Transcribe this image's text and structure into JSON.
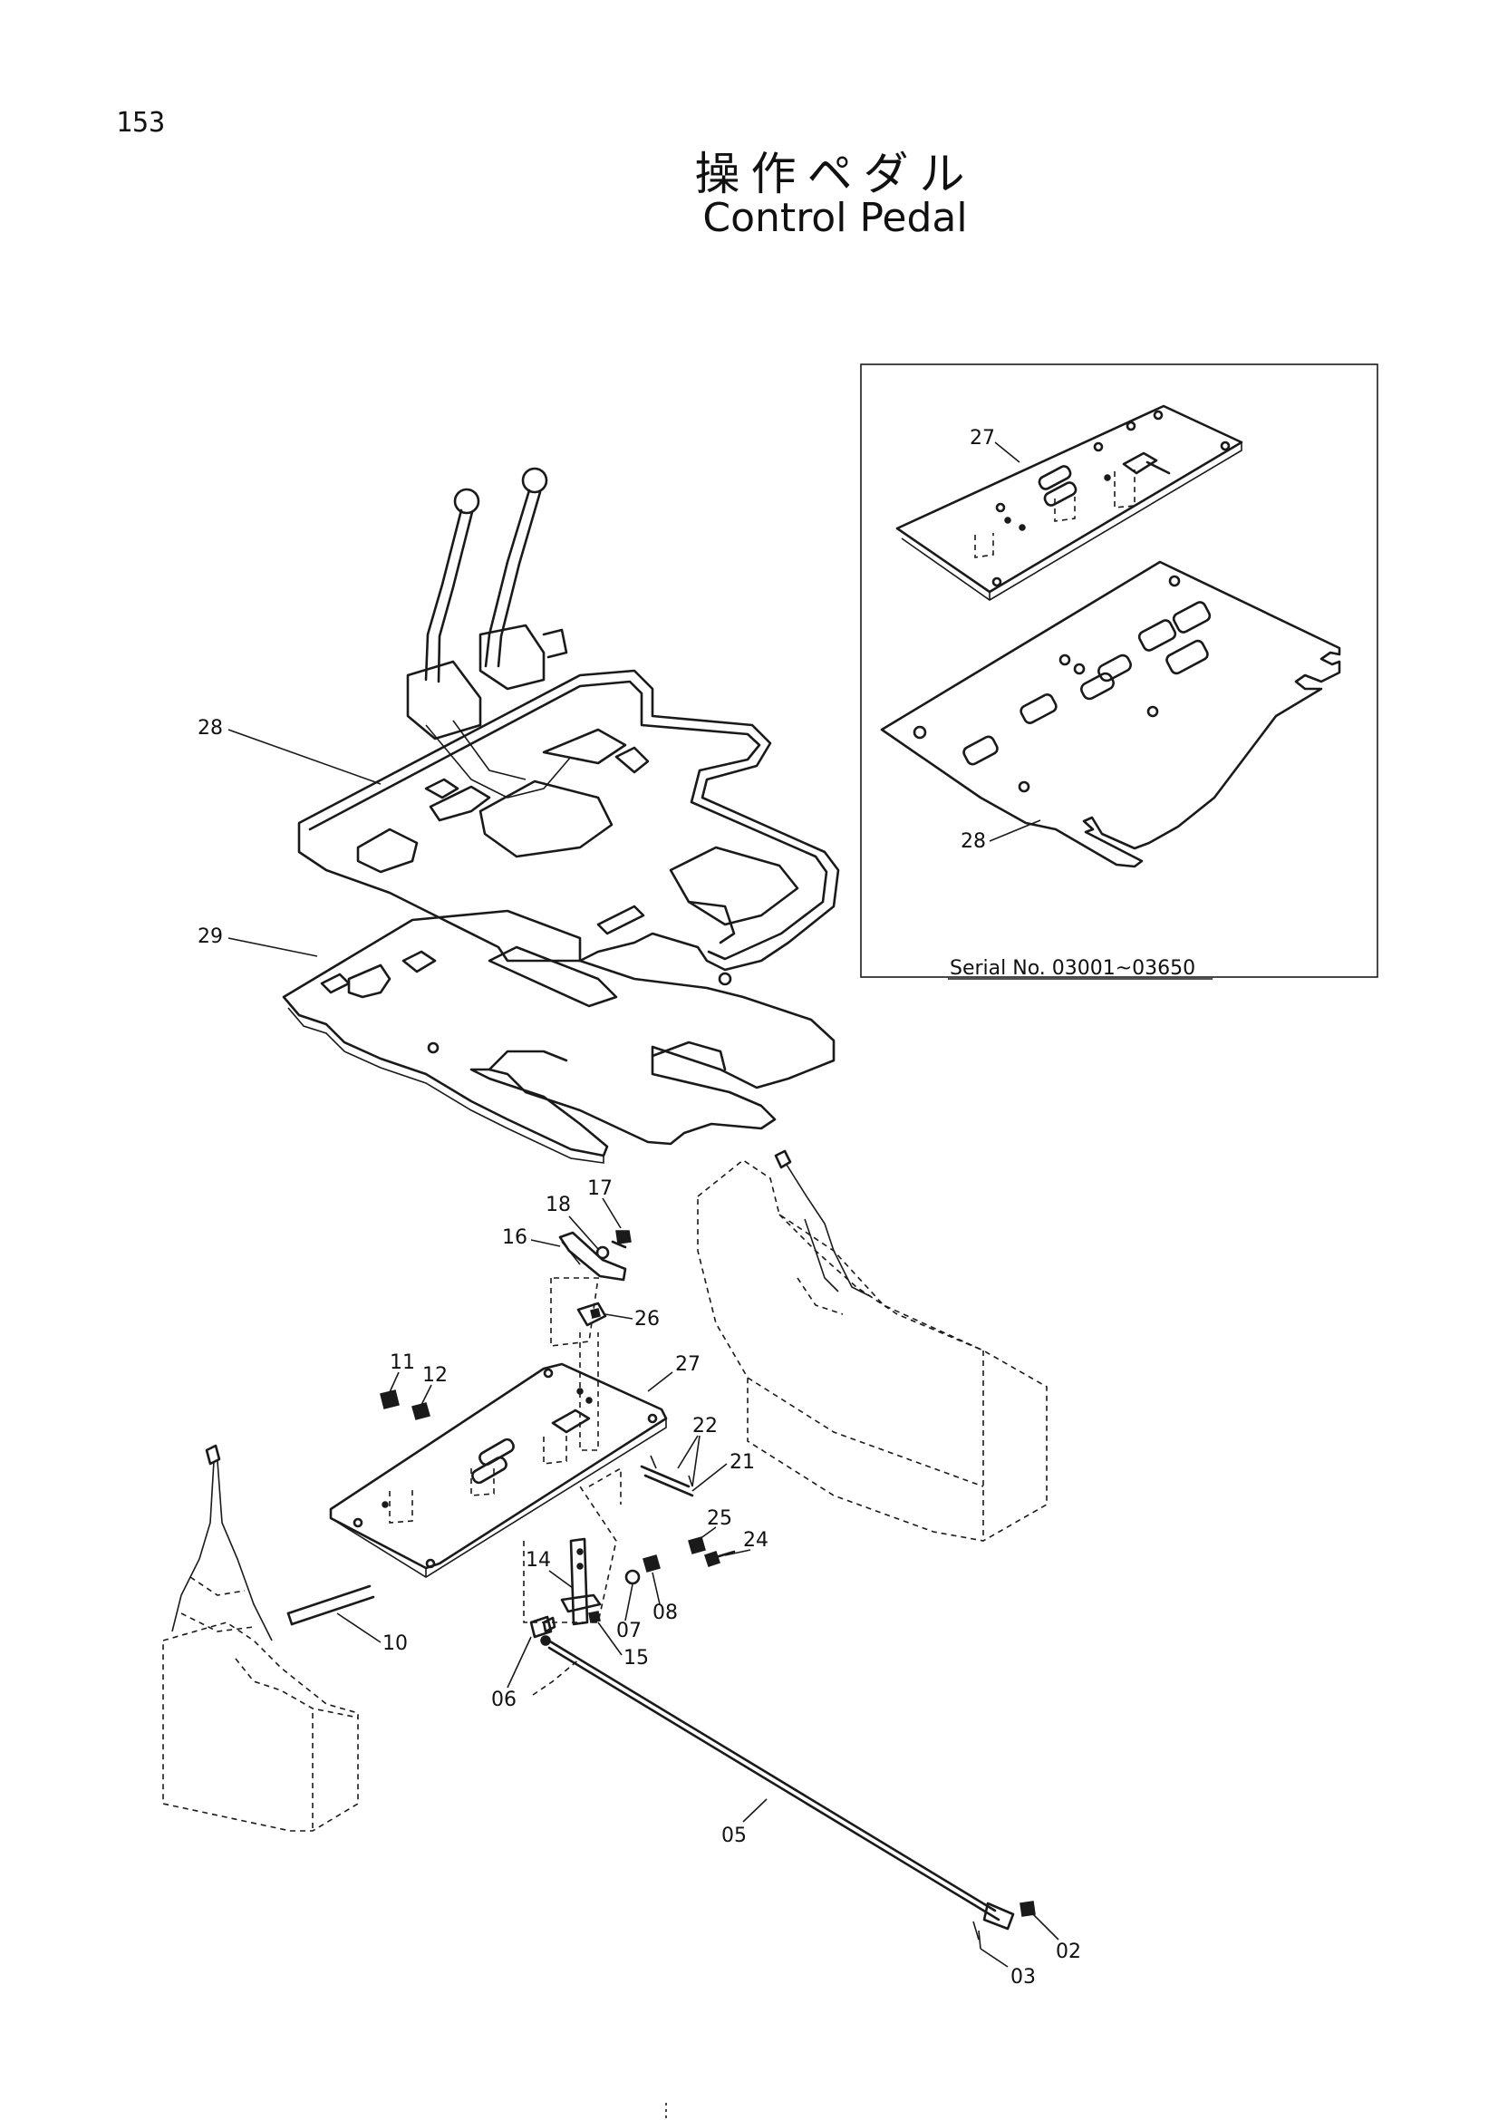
{
  "page_number": "153",
  "title_ja": "操作ペダル",
  "title_en": "Control Pedal",
  "inset": {
    "serial": "Serial No. 03001~03650"
  },
  "callouts": {
    "c27_inset": "27",
    "c28_inset": "28",
    "c28": "28",
    "c29": "29",
    "c16": "16",
    "c17": "17",
    "c18": "18",
    "c26": "26",
    "c11": "11",
    "c12": "12",
    "c27": "27",
    "c22": "22",
    "c21": "21",
    "c25": "25",
    "c24": "24",
    "c14": "14",
    "c08": "08",
    "c07": "07",
    "c15": "15",
    "c06": "06",
    "c10": "10",
    "c05": "05",
    "c02": "02",
    "c03": "03"
  }
}
